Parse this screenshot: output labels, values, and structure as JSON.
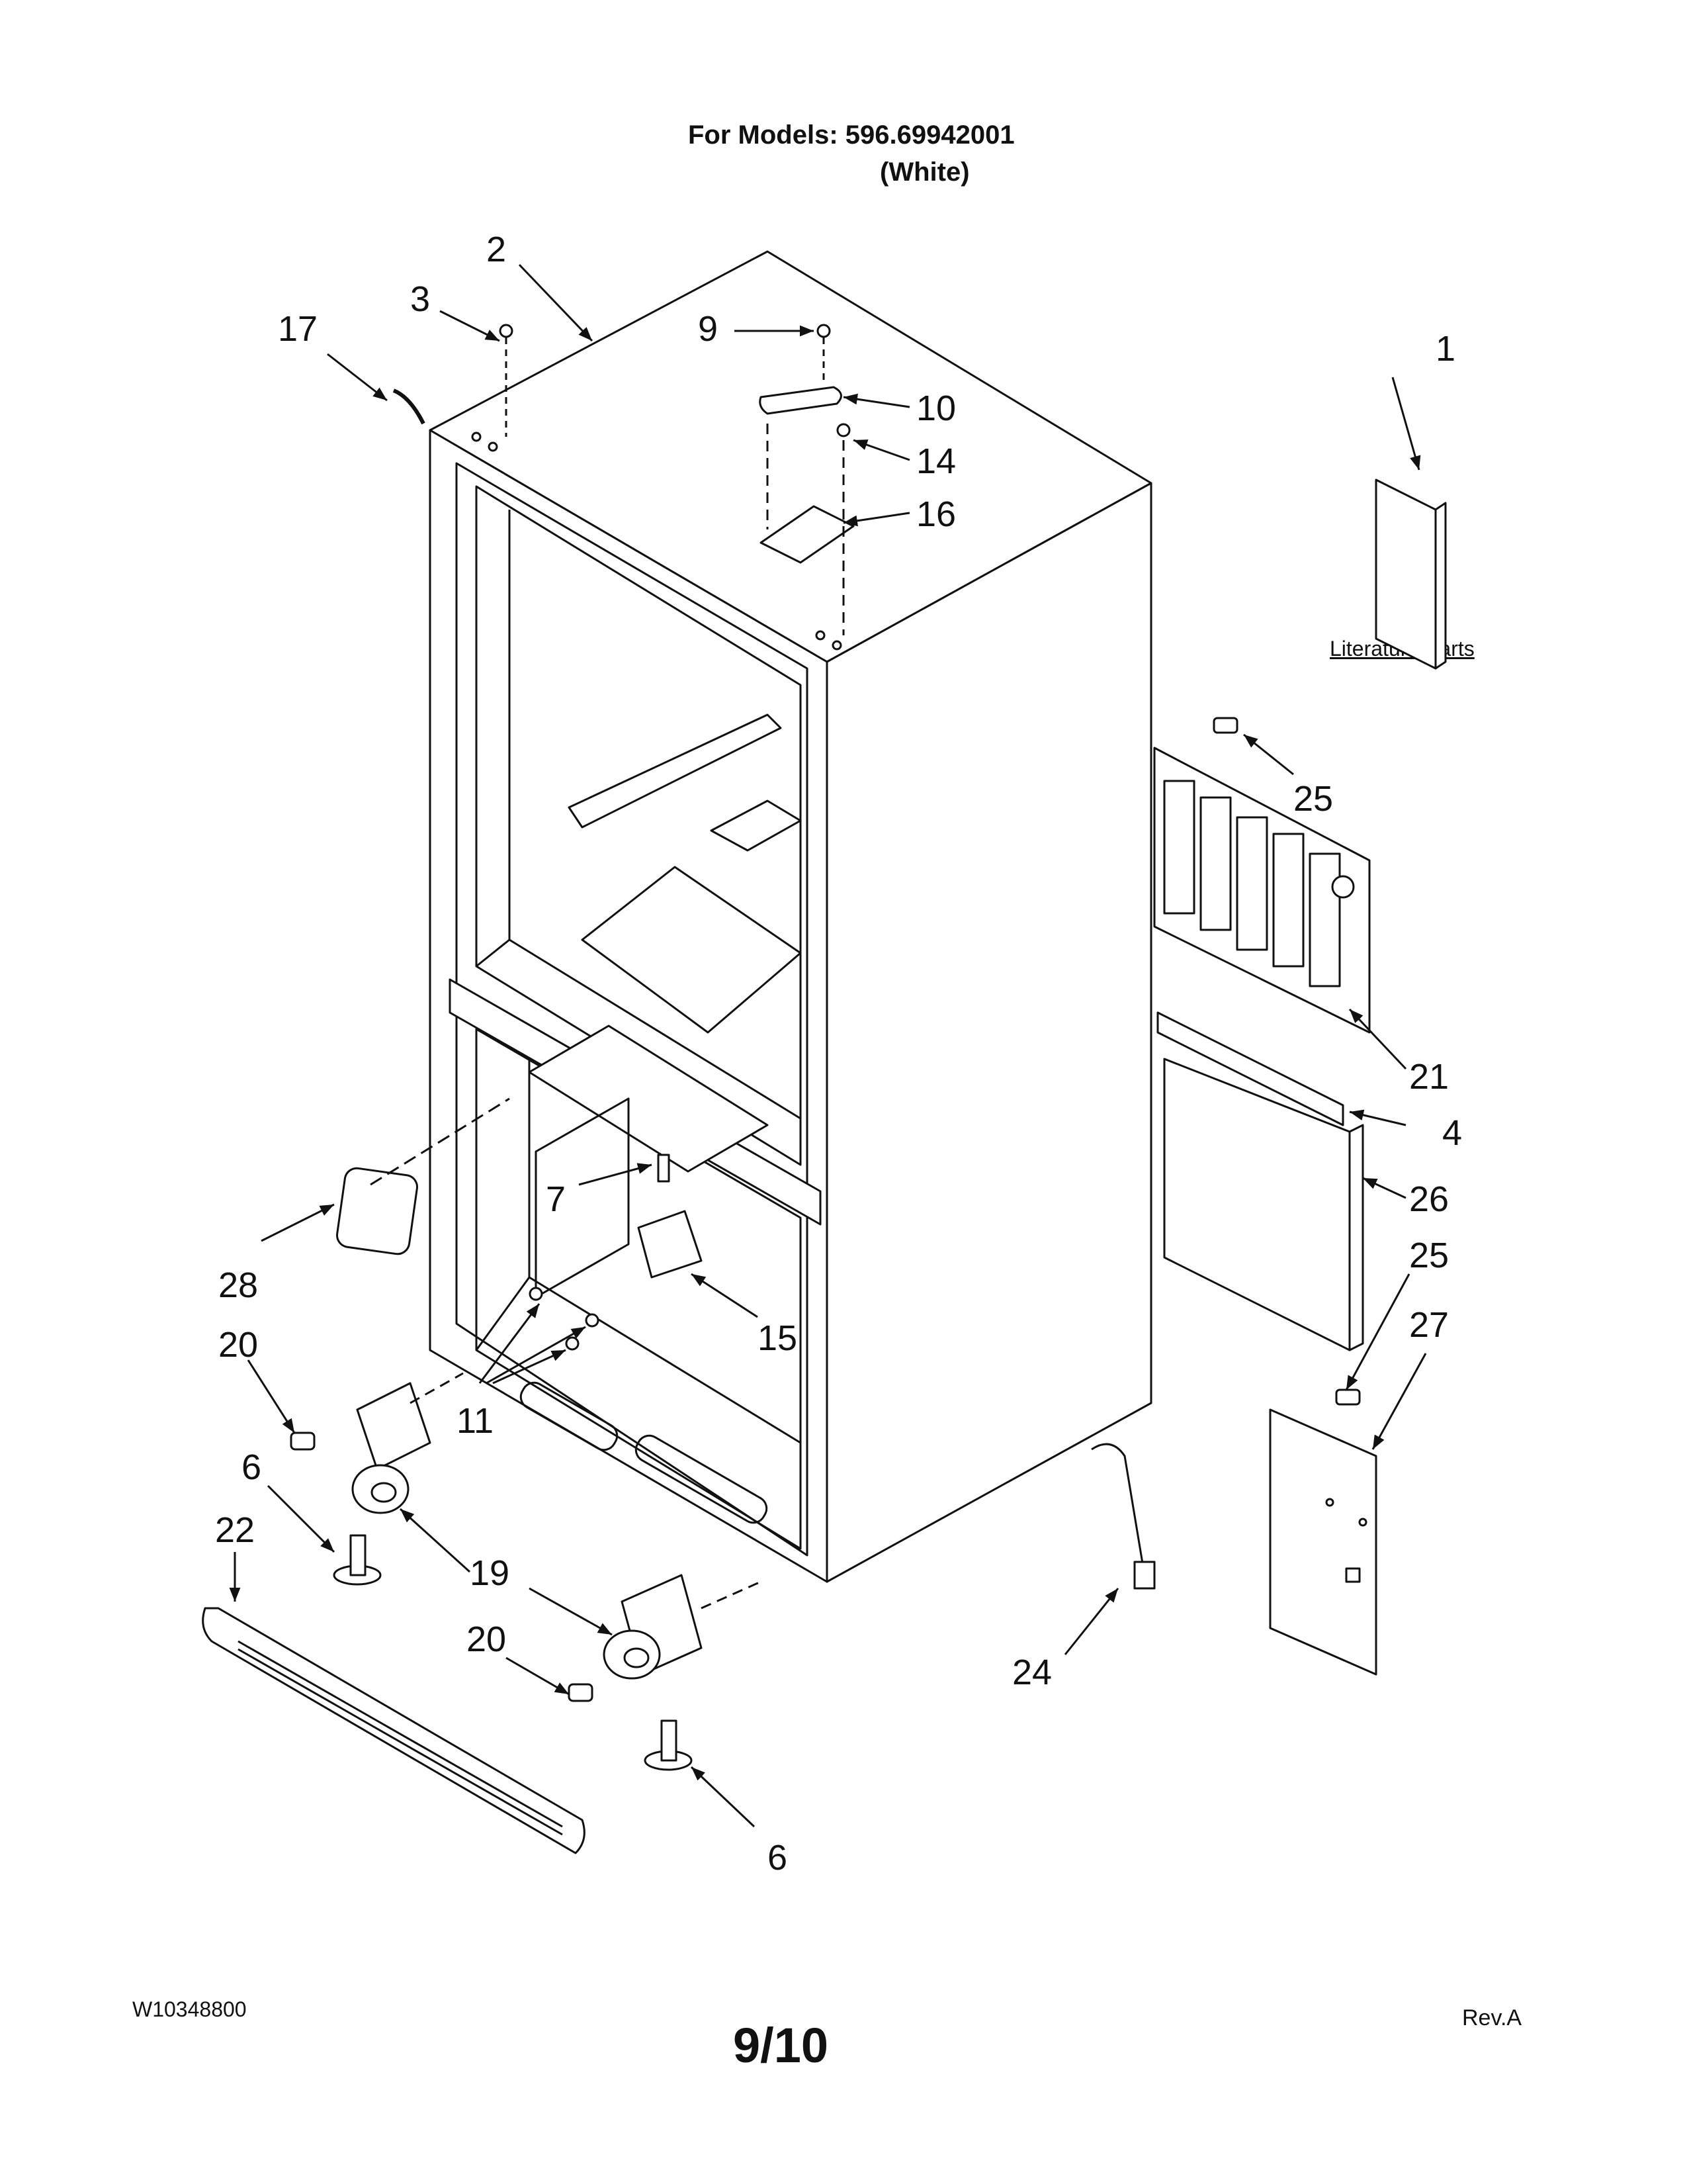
{
  "header": {
    "models_line": "For Models: 596.69942001",
    "color_line": "(White)"
  },
  "literature_label": "Literature Parts",
  "footer": {
    "document_number": "W10348800",
    "page": "9/10",
    "revision": "Rev.A"
  },
  "callouts": {
    "c1": "1",
    "c2": "2",
    "c3": "3",
    "c4": "4",
    "c6a": "6",
    "c6b": "6",
    "c7": "7",
    "c9": "9",
    "c10": "10",
    "c11": "11",
    "c14": "14",
    "c15": "15",
    "c16": "16",
    "c17": "17",
    "c19": "19",
    "c20a": "20",
    "c20b": "20",
    "c21": "21",
    "c22": "22",
    "c24": "24",
    "c25a": "25",
    "c25b": "25",
    "c26": "26",
    "c27": "27",
    "c28": "28"
  },
  "colors": {
    "line": "#111111",
    "background": "#ffffff"
  }
}
